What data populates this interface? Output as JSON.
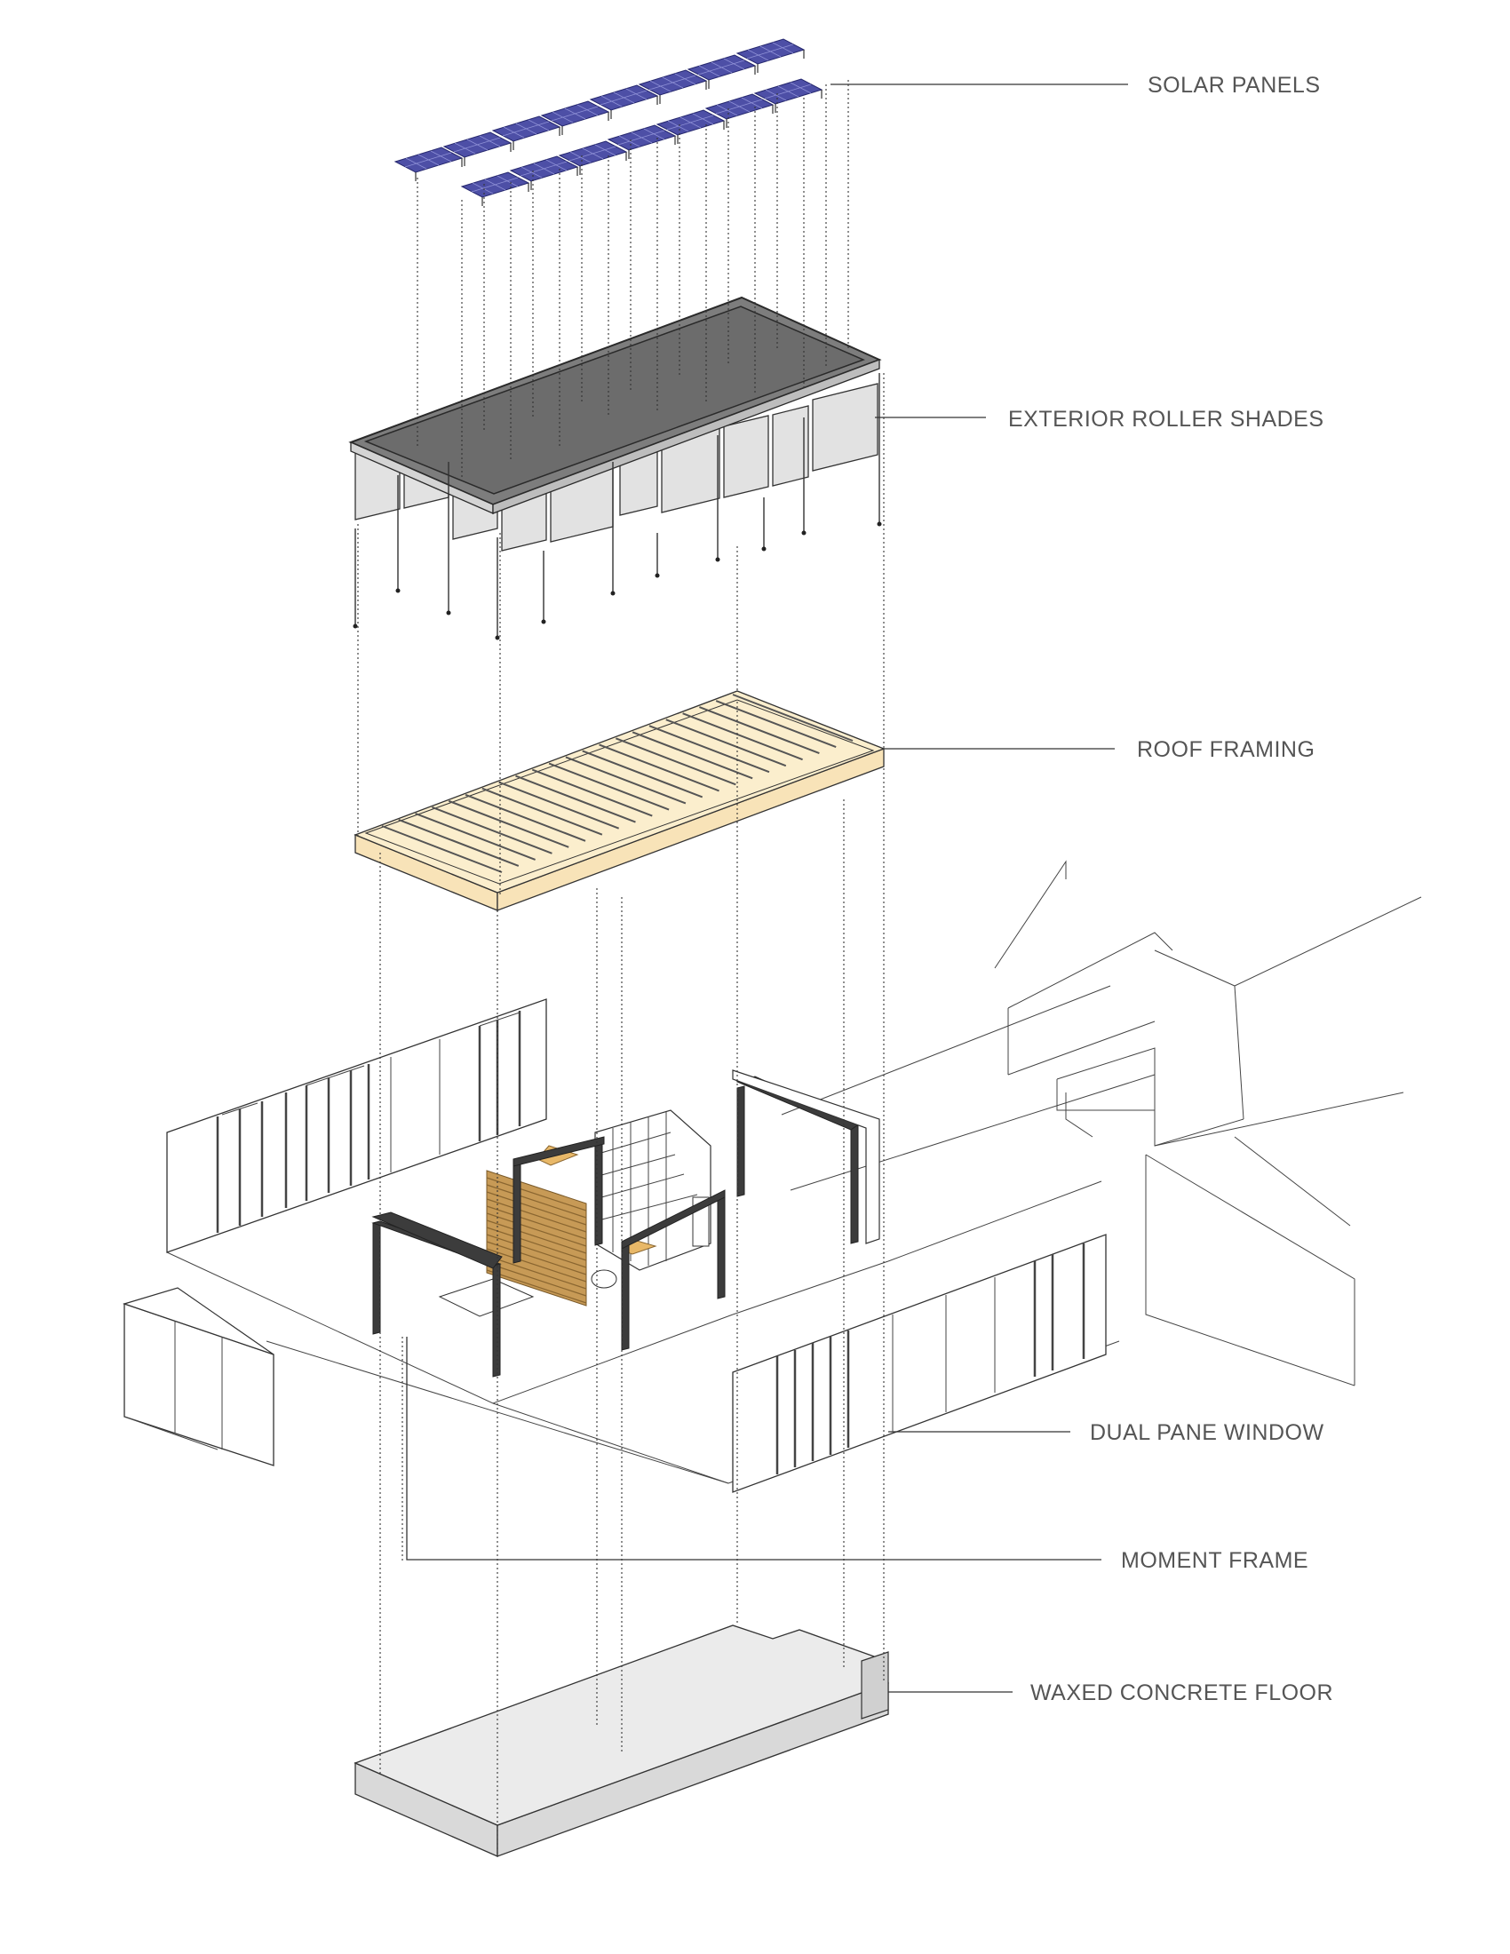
{
  "labels": {
    "solar_panels": "SOLAR PANELS",
    "exterior_roller_shades": "EXTERIOR ROLLER SHADES",
    "roof_framing": "ROOF FRAMING",
    "dual_pane_window": "DUAL PANE WINDOW",
    "moment_frame": "MOMENT FRAME",
    "waxed_concrete_floor": "WAXED CONCRETE FLOOR"
  },
  "colors": {
    "solar_panel": "#4d4fa6",
    "roof_framing": "#fbeecd",
    "wood_screen": "#c79a56",
    "steel_frame": "#3c3c3c",
    "concrete": "#ebebeb",
    "roof_top": "#7d7d7d"
  }
}
